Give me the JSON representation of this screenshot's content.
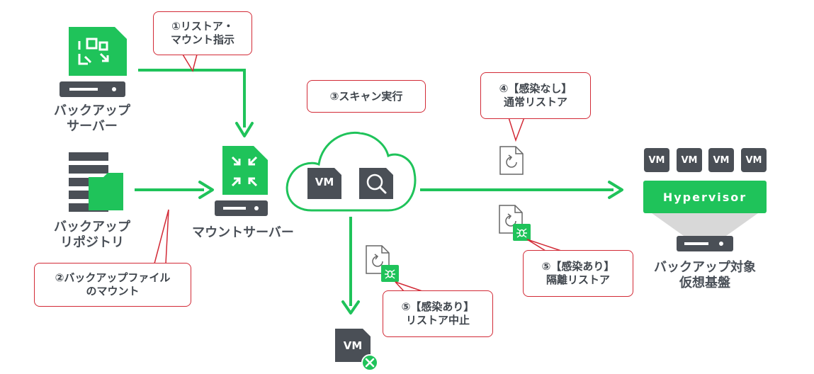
{
  "callouts": {
    "c1": [
      "①リストア・",
      "マウント指示"
    ],
    "c2": [
      "②バックアップファイル",
      "のマウント"
    ],
    "c3": [
      "③スキャン実行"
    ],
    "c4": [
      "④【感染なし】",
      "通常リストア"
    ],
    "c5a": [
      "⑤【感染あり】",
      "リストア中止"
    ],
    "c5b": [
      "⑤【感染あり】",
      "隔離リストア"
    ]
  },
  "labels": {
    "backup_server": [
      "バックアップ",
      "サーバー"
    ],
    "repository": [
      "バックアップ",
      "リポジトリ"
    ],
    "mount_server": "マウントサーバー",
    "target": [
      "バックアップ対象",
      "仮想基盤"
    ]
  },
  "vm_label": "VM",
  "hypervisor": "Hypervisor",
  "colors": {
    "green": "#1fc35a",
    "dark": "#4a4f56",
    "red": "#d22a36",
    "gray": "#d8d8d8"
  }
}
